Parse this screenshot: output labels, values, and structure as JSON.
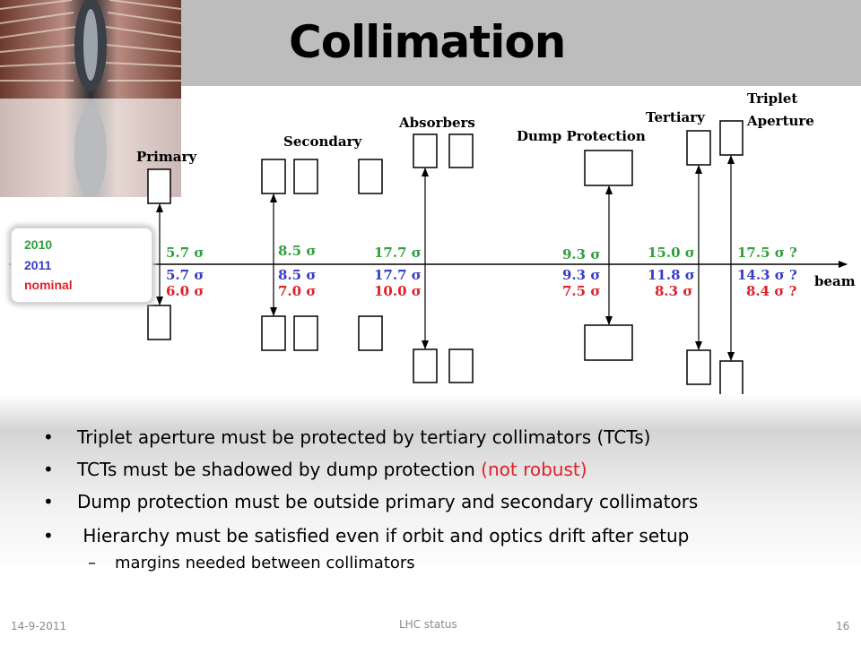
{
  "slide": {
    "title": "Collimation"
  },
  "diagram": {
    "groups": {
      "primary": "Primary",
      "secondary": "Secondary",
      "absorbers": "Absorbers",
      "dump_protection": "Dump Protection",
      "tertiary": "Tertiary",
      "triplet_line1": "Triplet",
      "triplet_line2": "Aperture"
    },
    "beam_label": "beam",
    "legend": {
      "y2010": "2010",
      "y2011": "2011",
      "nominal": "nominal"
    },
    "colors": {
      "y2010": "#2ea03a",
      "y2011": "#3a3ac8",
      "nominal": "#e0202a"
    },
    "settings": {
      "primary": {
        "y2010": "5.7 σ",
        "y2011": "5.7 σ",
        "nominal": "6.0 σ"
      },
      "secondary": {
        "y2010": "8.5 σ",
        "y2011": "8.5 σ",
        "nominal": "7.0 σ"
      },
      "absorbers": {
        "y2010": "17.7 σ",
        "y2011": "17.7 σ",
        "nominal": "10.0 σ"
      },
      "dump_protection": {
        "y2010": "9.3 σ",
        "y2011": "9.3 σ",
        "nominal": "7.5 σ"
      },
      "tertiary": {
        "y2010": "15.0 σ",
        "y2011": "11.8 σ",
        "nominal": "8.3 σ"
      },
      "triplet": {
        "y2010": "17.5 σ ?",
        "y2011": "14.3 σ ?",
        "nominal": "8.4 σ ?"
      }
    }
  },
  "bullets": [
    {
      "text": "Triplet aperture must be protected by tertiary collimators (TCTs)"
    },
    {
      "text": "TCTs must be shadowed by dump protection ",
      "highlight": "(not robust)"
    },
    {
      "text": "Dump protection must be outside primary and secondary collimators"
    },
    {
      "text": " Hierarchy must be satisfied even if orbit and optics drift after setup"
    }
  ],
  "sub_bullet": "margins needed between collimators",
  "bullet_symbol": "•",
  "dash_symbol": "–",
  "footer": {
    "date": "14-9-2011",
    "center": "LHC status",
    "page": "16"
  }
}
